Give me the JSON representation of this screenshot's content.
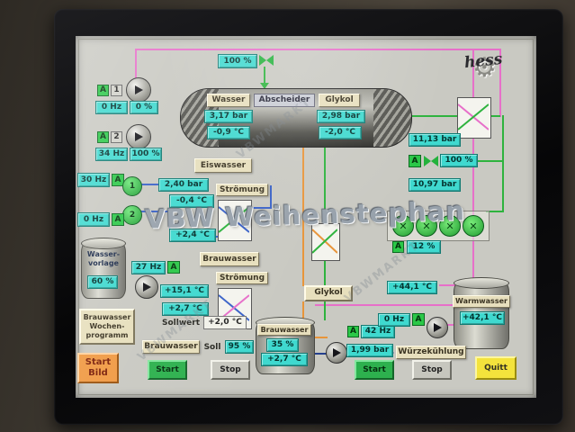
{
  "watermark": {
    "main": "VBW Weihenstephan",
    "small": "VBWMARKT"
  },
  "logo": {
    "text": "hess"
  },
  "icons": {
    "gear": "⚙",
    "fan": "✕"
  },
  "top": {
    "flow": "100 %"
  },
  "tank": {
    "wasser": "Wasser",
    "abscheider": "Abscheider",
    "glykol": "Glykol",
    "p_wasser": "3,17 bar",
    "p_glykol": "2,98 bar",
    "t_wasser": "-0,9 °C",
    "t_glykol": "-2,0 °C"
  },
  "pump1": {
    "a": "A",
    "num": "1",
    "hz": "0 Hz",
    "pct": "0 %"
  },
  "pump2": {
    "a": "A",
    "num": "2",
    "hz": "34 Hz",
    "pct": "100 %"
  },
  "ice": {
    "label": "Eiswasser",
    "hz": "30 Hz",
    "a": "A",
    "valve1": "1",
    "valve2": "2",
    "pressure": "2,40 bar",
    "t_in": "-0,4 °C",
    "stroemung": "Strömung",
    "hz2": "0 Hz",
    "a2": "A",
    "t_out": "+2,4 °C"
  },
  "vorlage": {
    "name1": "Wasser-",
    "name2": "vorlage",
    "level": "60 %",
    "hz": "27 Hz",
    "a": "A"
  },
  "brau": {
    "label": "Brauwasser",
    "t_in": "+15,1 °C",
    "stroemung": "Strömung",
    "t_out": "+2,7 °C",
    "sollwert_label": "Sollwert",
    "sollwert": "+2,0 °C",
    "soll_label": "Soll",
    "soll_value": "95 %",
    "week_btn": [
      "Brauwasser",
      "Wochen-",
      "programm"
    ]
  },
  "brau_tank": {
    "label": "Brauwasser",
    "level": "35 %",
    "temp": "+2,7 °C"
  },
  "glykol_btn": {
    "label": "Glykol"
  },
  "wuerze": {
    "a": "A",
    "hz": "42 Hz",
    "pressure": "1,99 bar",
    "label": "Würzekühlung"
  },
  "right": {
    "p_top": "11,13 bar",
    "a_valve": "A",
    "valve_pct": "100 %",
    "p_bottom": "10,97 bar",
    "fan_a": "A",
    "fan_pct": "12 %",
    "t_warm_in": "+44,1 °C",
    "warm_label": "Warmwasser",
    "warm_temp": "+42,1 °C",
    "hz": "0 Hz",
    "a_pump": "A"
  },
  "buttons": {
    "start_bild": [
      "Start",
      "Bild"
    ],
    "start_left": "Start",
    "stop_left": "Stop",
    "start_right": "Start",
    "stop_right": "Stop",
    "quitt": "Quitt"
  }
}
